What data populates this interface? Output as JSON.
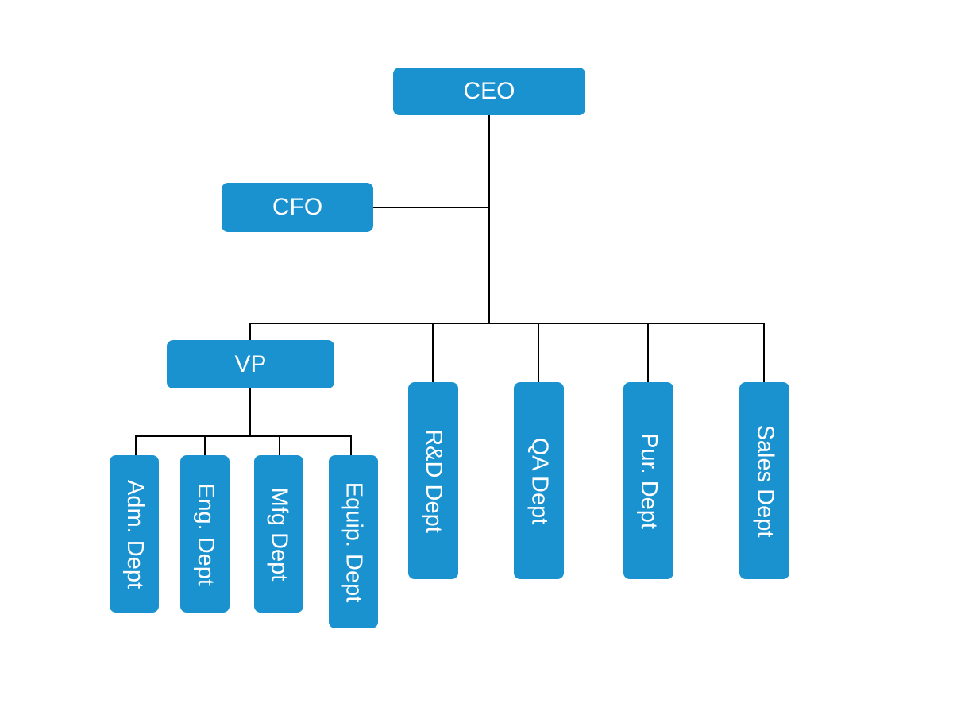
{
  "colors": {
    "node_fill": "#1b92d0",
    "node_text": "#ffffff",
    "connector": "#000000",
    "background": "#ffffff"
  },
  "nodes": {
    "ceo": "CEO",
    "cfo": "CFO",
    "vp": "VP",
    "adm": "Adm. Dept",
    "eng": "Eng. Dept",
    "mfg": "Mfg Dept",
    "equip": "Equip. Dept",
    "rd": "R&D Dept",
    "qa": "QA Dept",
    "pur": "Pur. Dept",
    "sales": "Sales Dept"
  },
  "edges": [
    [
      "ceo",
      "cfo"
    ],
    [
      "ceo",
      "vp"
    ],
    [
      "ceo",
      "rd"
    ],
    [
      "ceo",
      "qa"
    ],
    [
      "ceo",
      "pur"
    ],
    [
      "ceo",
      "sales"
    ],
    [
      "vp",
      "adm"
    ],
    [
      "vp",
      "eng"
    ],
    [
      "vp",
      "mfg"
    ],
    [
      "vp",
      "equip"
    ]
  ]
}
